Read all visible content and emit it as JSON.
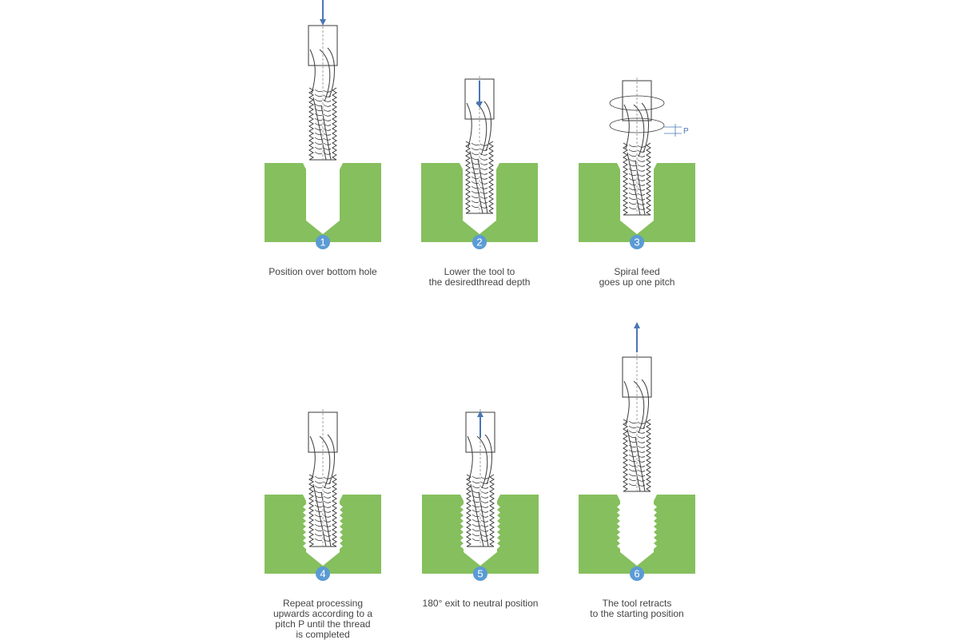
{
  "colors": {
    "block": "#86bf5e",
    "hole": "#ffffff",
    "tool_outline": "#3a3a3a",
    "arrow": "#4a76b5",
    "badge": "#5b9bd5",
    "badge_text": "#ffffff",
    "caption_text": "#444444",
    "centerline": "#8a8a8a"
  },
  "steps": [
    {
      "number": "1",
      "caption": [
        "Position over bottom hole"
      ],
      "thread": "none",
      "tool": "above",
      "arrow": "down-above",
      "spiral": false
    },
    {
      "number": "2",
      "caption": [
        "Lower the tool to",
        "the desiredthread depth"
      ],
      "thread": "none",
      "tool": "inside",
      "arrow": "down-inside",
      "spiral": false
    },
    {
      "number": "3",
      "caption": [
        "Spiral feed",
        "goes up one pitch"
      ],
      "thread": "partial",
      "tool": "inside-raised",
      "arrow": "none",
      "spiral": true,
      "pitch_label": "P"
    },
    {
      "number": "4",
      "caption": [
        "Repeat processing",
        "upwards according to a",
        "pitch P until the thread",
        "is completed"
      ],
      "thread": "full",
      "tool": "inside",
      "arrow": "none",
      "spiral": false
    },
    {
      "number": "5",
      "caption": [
        "180° exit to neutral position"
      ],
      "thread": "full",
      "tool": "inside",
      "arrow": "up-inside",
      "spiral": false
    },
    {
      "number": "6",
      "caption": [
        "The tool retracts",
        "to the starting position"
      ],
      "thread": "full",
      "tool": "above",
      "arrow": "up-above",
      "spiral": false
    }
  ]
}
